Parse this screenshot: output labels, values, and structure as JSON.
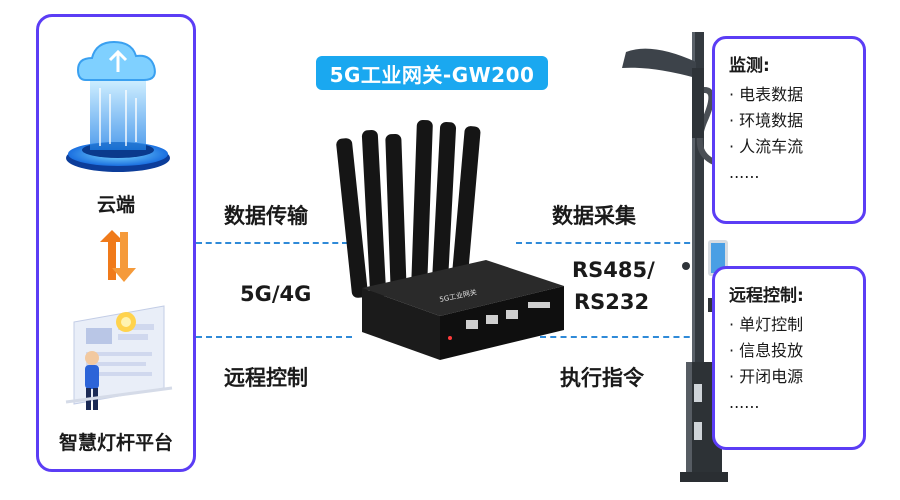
{
  "title": "5G工业网关-GW200",
  "left_panel": {
    "cloud_label": "云端",
    "platform_label": "智慧灯杆平台"
  },
  "left_labels": {
    "top": "数据传输",
    "middle": "5G/4G",
    "bottom": "远程控制"
  },
  "right_labels": {
    "top": "数据采集",
    "middle_line1": "RS485/",
    "middle_line2": "RS232",
    "bottom": "执行指令"
  },
  "monitor_box": {
    "title": "监测:",
    "items": [
      "· 电表数据",
      "· 环境数据",
      "· 人流车流",
      "......"
    ]
  },
  "control_box": {
    "title": "远程控制:",
    "items": [
      "· 单灯控制",
      "· 信息投放",
      "· 开闭电源",
      "......"
    ]
  },
  "device_text": "5G工业网关",
  "colors": {
    "border": "#5b3df5",
    "badge": "#1aa8f0",
    "dash": "#2f8ad8",
    "arrow_orange": "#f07a1a"
  }
}
